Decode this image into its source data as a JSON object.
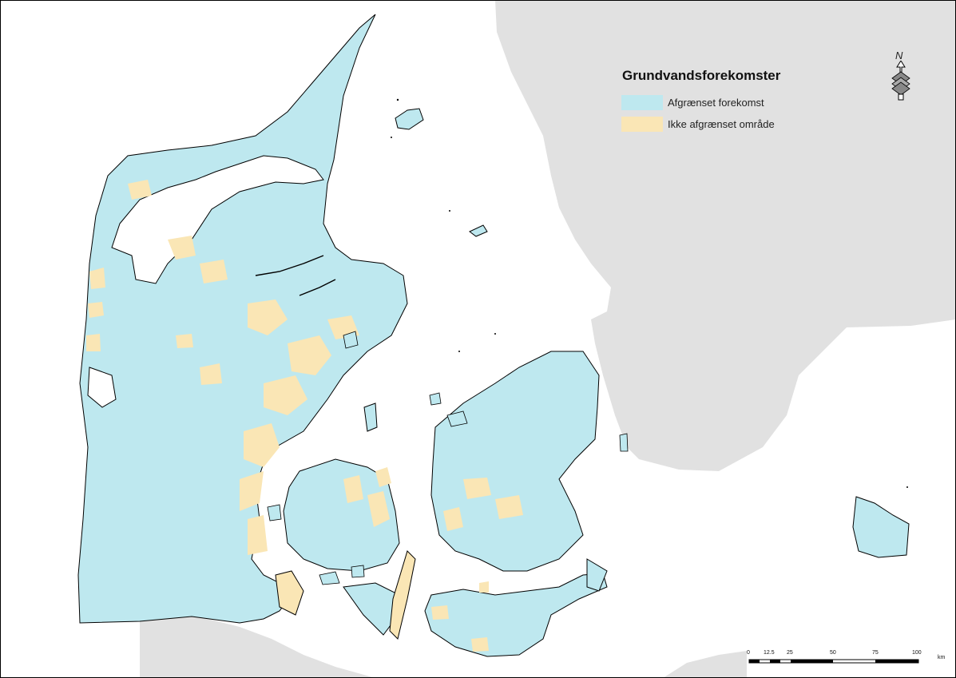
{
  "legend": {
    "title": "Grundvandsforekomster",
    "items": [
      {
        "label": "Afgrænset forekomst",
        "color": "#bee8ef"
      },
      {
        "label": "Ikke afgrænset område",
        "color": "#fae6b5"
      }
    ]
  },
  "north_arrow": {
    "letter": "N",
    "icon": "north-arrow-icon"
  },
  "scale_bar": {
    "ticks": [
      "0",
      "12.5",
      "25",
      "50",
      "75",
      "100"
    ],
    "unit": "km"
  },
  "colors": {
    "sea": "#ffffff",
    "foreign_land": "#e1e1e1",
    "delineated": "#bee8ef",
    "not_delineated": "#fae6b5",
    "coastline": "#000000"
  }
}
